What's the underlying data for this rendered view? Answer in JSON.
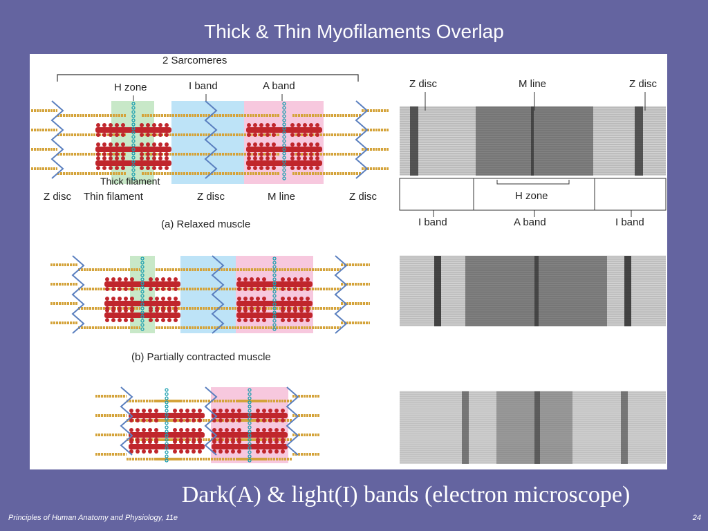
{
  "slide": {
    "title": "Thick & Thin Myofilaments Overlap",
    "caption": "Dark(A) & light(I) bands (electron microscope)",
    "footer": "Principles of Human Anatomy and Physiology, 11e",
    "page_number": "24"
  },
  "diagram": {
    "label_2_sarcomeres": "2 Sarcomeres",
    "label_h_zone": "H zone",
    "label_i_band": "I band",
    "label_a_band": "A band",
    "label_thick_filament": "Thick filament",
    "label_z_disc": "Z disc",
    "label_thin_filament": "Thin filament",
    "label_m_line": "M line",
    "caption_a": "(a) Relaxed muscle",
    "caption_b": "(b) Partially contracted muscle",
    "em_z_disc": "Z disc",
    "em_m_line": "M line",
    "em_h_zone": "H zone",
    "em_i_band": "I band",
    "em_a_band": "A band"
  },
  "colors": {
    "background": "#6464a0",
    "h_zone": "#c8e8c8",
    "i_band": "#bde3f7",
    "a_band": "#f7c8de",
    "thick_filament": "#c0262c",
    "thin_filament": "#d4a33a",
    "z_disc": "#5a7fbf",
    "m_line": "#1a9fb0"
  }
}
